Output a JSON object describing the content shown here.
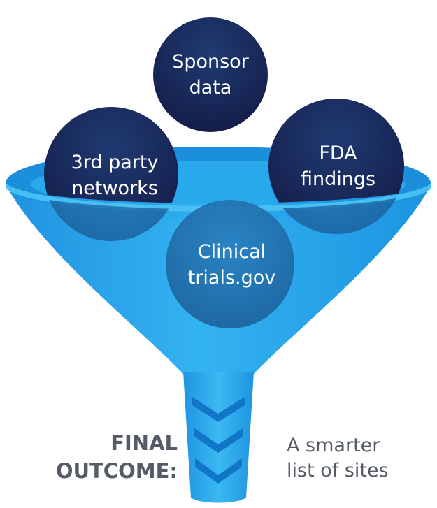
{
  "colors": {
    "circle_dark": "#1a1f4d",
    "circle_mid": "#1c5a8c",
    "funnel_light": "#35b8f2",
    "funnel_dark": "#0d84d6",
    "text_gray": "#555c68"
  },
  "circles": [
    {
      "id": "sponsor",
      "lines": [
        "Sponsor",
        "data"
      ]
    },
    {
      "id": "third-party",
      "lines": [
        "3rd party",
        "networks"
      ]
    },
    {
      "id": "fda",
      "lines": [
        "FDA",
        "findings"
      ]
    },
    {
      "id": "clinical",
      "lines": [
        "Clinical",
        "trials.gov"
      ]
    }
  ],
  "outcome": {
    "label_lines": [
      "FINAL",
      "OUTCOME:"
    ],
    "value_lines": [
      "A smarter",
      "list of sites"
    ]
  }
}
